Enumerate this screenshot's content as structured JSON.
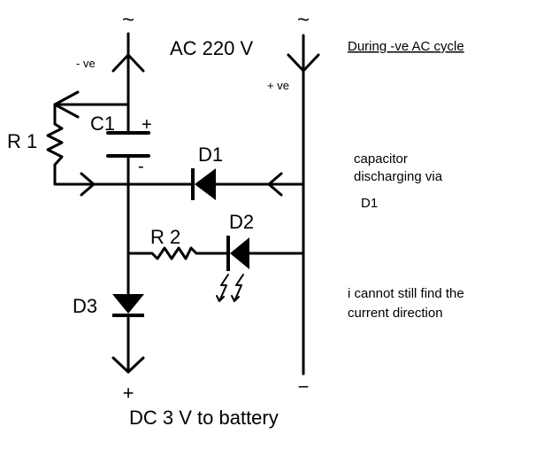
{
  "labels": {
    "ac_tilde_left": "~",
    "ac_tilde_right": "~",
    "ac_voltage": "AC 220 V",
    "minus_ve": "- ve",
    "plus_ve": "+ ve",
    "cycle_note": "During -ve AC cycle",
    "r1": "R 1",
    "c1": "C1",
    "c1_plus": "+",
    "c1_minus": "-",
    "d1": "D1",
    "d2": "D2",
    "r2": "R 2",
    "d3": "D3",
    "dc_plus": "+",
    "dc_minus": "−",
    "dc_output": "DC 3 V to battery"
  },
  "notes": {
    "discharge_line1": "capacitor",
    "discharge_line2": "discharging via",
    "discharge_line3": "D1",
    "question_line1": "i cannot still find the",
    "question_line2": "current direction"
  },
  "colors": {
    "ink": "#000000",
    "background": "#ffffff"
  }
}
